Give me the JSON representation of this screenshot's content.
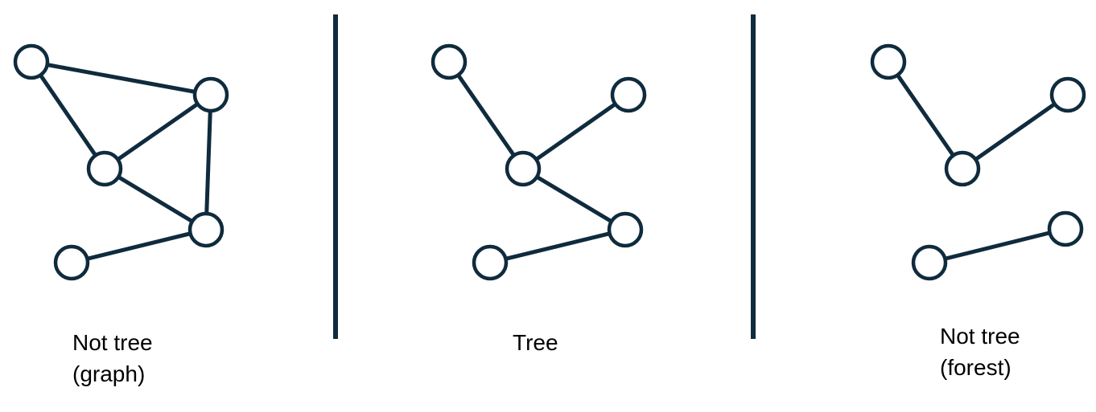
{
  "colors": {
    "stroke": "#0f2b3d",
    "fill": "#ffffff",
    "text": "#000000"
  },
  "panels": [
    {
      "caption": [
        "Not tree",
        "(graph)"
      ],
      "nodes": [
        "a",
        "b",
        "c",
        "d",
        "e"
      ],
      "edges": [
        [
          "a",
          "b"
        ],
        [
          "a",
          "c"
        ],
        [
          "b",
          "c"
        ],
        [
          "b",
          "d"
        ],
        [
          "c",
          "d"
        ],
        [
          "d",
          "e"
        ]
      ]
    },
    {
      "caption": [
        "Tree"
      ],
      "nodes": [
        "a",
        "b",
        "c",
        "d",
        "e"
      ],
      "edges": [
        [
          "a",
          "c"
        ],
        [
          "b",
          "c"
        ],
        [
          "c",
          "d"
        ],
        [
          "d",
          "e"
        ]
      ]
    },
    {
      "caption": [
        "Not tree",
        "(forest)"
      ],
      "nodes": [
        "a",
        "b",
        "c",
        "d",
        "e"
      ],
      "edges": [
        [
          "a",
          "c"
        ],
        [
          "b",
          "c"
        ],
        [
          "d",
          "e"
        ]
      ]
    }
  ]
}
